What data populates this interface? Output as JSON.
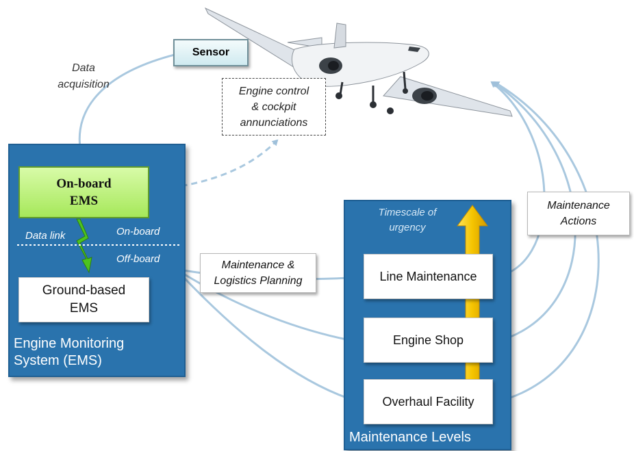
{
  "sensor": "Sensor",
  "data_acquisition": [
    "Data",
    "acquisition"
  ],
  "engine_control": [
    "Engine control",
    "& cockpit",
    "annunciations"
  ],
  "ems_panel": {
    "onboard_box": [
      "On-board",
      "EMS"
    ],
    "data_link": "Data link",
    "onboard": "On-board",
    "offboard": "Off-board",
    "ground_box": [
      "Ground-based",
      "EMS"
    ],
    "title": [
      "Engine Monitoring",
      "System (EMS)"
    ]
  },
  "maintenance_planning": [
    "Maintenance &",
    "Logistics Planning"
  ],
  "maintenance_panel": {
    "timescale": [
      "Timescale of",
      "urgency"
    ],
    "levels": [
      "Line Maintenance",
      "Engine Shop",
      "Overhaul Facility"
    ],
    "title": "Maintenance Levels"
  },
  "maintenance_actions": [
    "Maintenance",
    "Actions"
  ],
  "colors": {
    "panel_blue": "#2a73ad",
    "onboard_green": "#b8f06e",
    "arrow_light_blue": "#a9c8df",
    "urgency_yellow": "#f5c400"
  }
}
